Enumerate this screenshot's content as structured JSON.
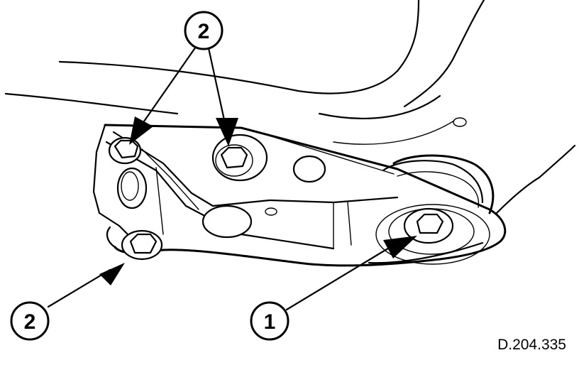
{
  "callouts": [
    {
      "id": "callout-1",
      "label": "1"
    },
    {
      "id": "callout-2-top",
      "label": "2"
    },
    {
      "id": "callout-2-left",
      "label": "2"
    }
  ],
  "reference": "D.204.335",
  "colors": {
    "ink": "#000000",
    "paper": "#ffffff"
  }
}
